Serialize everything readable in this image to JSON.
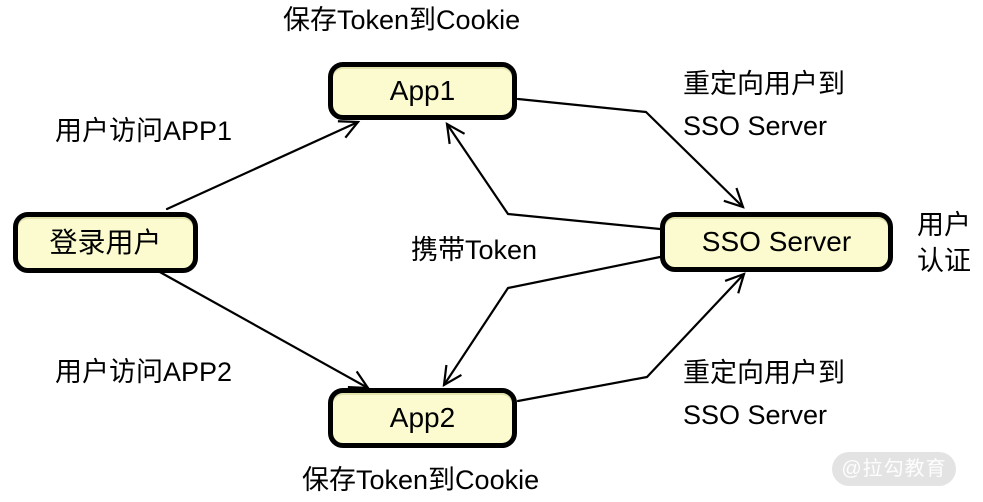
{
  "colors": {
    "background": "#FFFFFF",
    "node_fill": "#FBFBCF",
    "node_border": "#000000",
    "edge": "#000000",
    "label_text": "#000000",
    "watermark_bg": "#E3E3E3",
    "watermark_text": "#FDFDFD"
  },
  "nodes": {
    "login_user": {
      "label": "登录用户"
    },
    "app1": {
      "label": "App1"
    },
    "sso_server": {
      "label": "SSO Server"
    },
    "app2": {
      "label": "App2"
    }
  },
  "labels": {
    "save_token_cookie_top": "保存Token到Cookie",
    "user_access_app1": "用户访问APP1",
    "redirect_to_sso_top": "重定向用户到\nSSO Server",
    "carry_token": "携带Token",
    "user_auth": "用户\n认证",
    "user_access_app2": "用户访问APP2",
    "redirect_to_sso_bottom": "重定向用户到\nSSO Server",
    "save_token_cookie_bottom": "保存Token到Cookie"
  },
  "edges": [
    {
      "from": "login_user",
      "to": "app1",
      "label": "用户访问APP1"
    },
    {
      "from": "login_user",
      "to": "app2",
      "label": "用户访问APP2"
    },
    {
      "from": "app1",
      "to": "sso_server",
      "label": "重定向用户到 SSO Server"
    },
    {
      "from": "app2",
      "to": "sso_server",
      "label": "重定向用户到 SSO Server"
    },
    {
      "from": "sso_server",
      "to": "app1",
      "label": "携带Token"
    },
    {
      "from": "sso_server",
      "to": "app2",
      "label": "携带Token"
    }
  ],
  "watermark": {
    "text": "@拉勾教育"
  }
}
